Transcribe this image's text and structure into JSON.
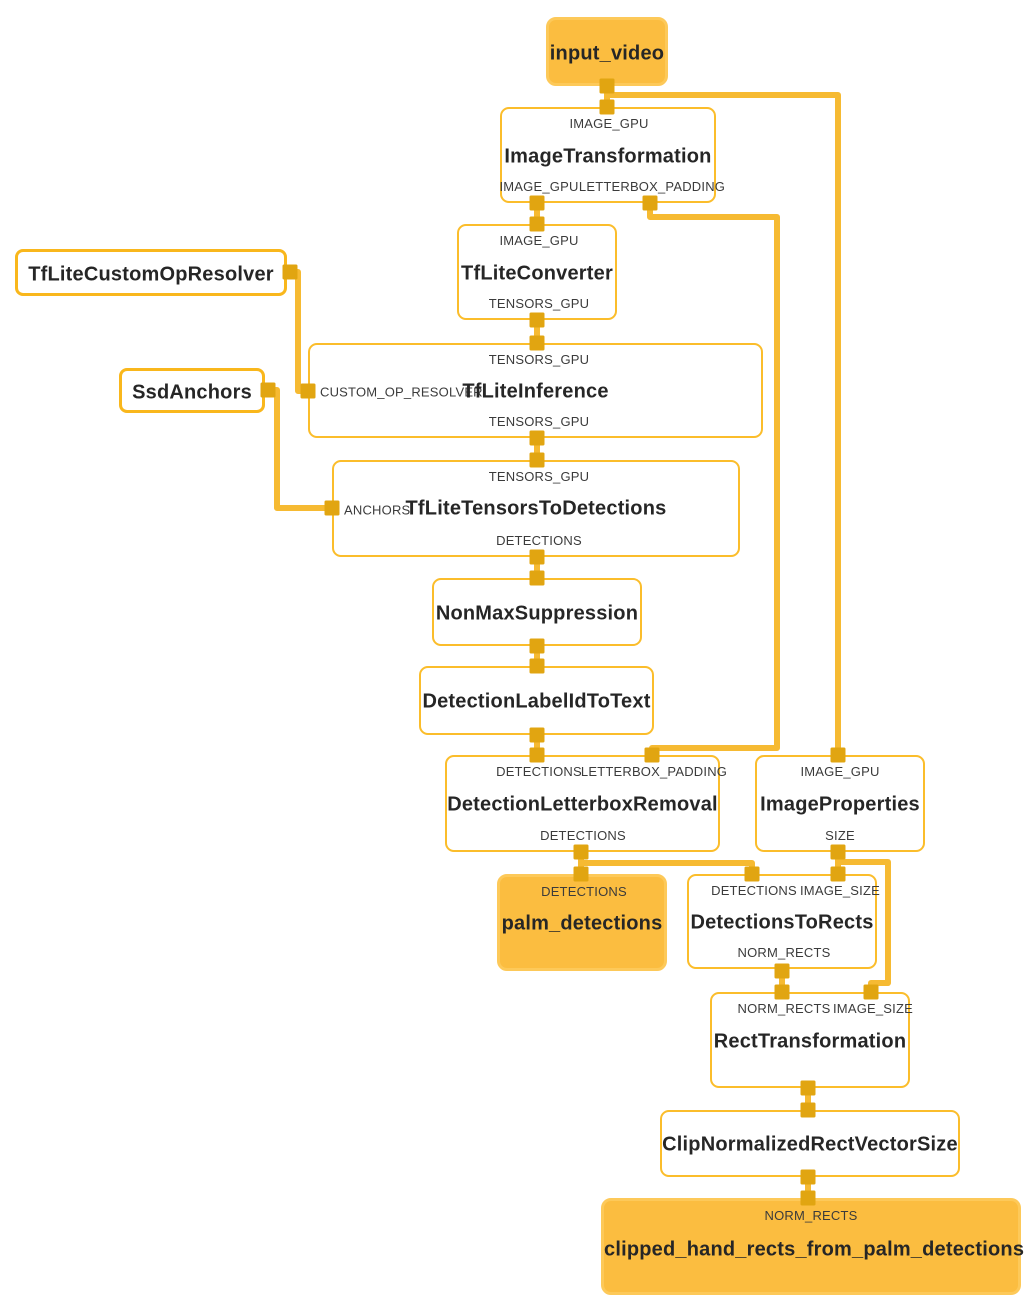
{
  "diagram": {
    "kind_legend": {
      "stream": "graph input/output stream node (filled orange)",
      "calculator": "calculator node (white, thin orange border)",
      "side_packet": "side-packet generator node (white, thick orange border)"
    },
    "colors": {
      "background": "#ffffff",
      "edge": "#F6BA32",
      "port": "#E1A511",
      "calculator_border": "#FBBD2B",
      "side_packet_border": "#F9B71C",
      "io_fill": "#FBBD40",
      "io_border": "#FDC959",
      "text": "#262626",
      "port_label": "#3b3b3b"
    },
    "nodes": [
      {
        "id": "input_video",
        "kind": "stream",
        "title": "input_video",
        "top_ports": [],
        "bottom_ports": []
      },
      {
        "id": "image_transformation",
        "kind": "calculator",
        "title": "ImageTransformation",
        "top_ports": [
          "IMAGE_GPU"
        ],
        "bottom_ports": [
          "IMAGE_GPU",
          "LETTERBOX_PADDING"
        ]
      },
      {
        "id": "tflite_converter",
        "kind": "calculator",
        "title": "TfLiteConverter",
        "top_ports": [
          "IMAGE_GPU"
        ],
        "bottom_ports": [
          "TENSORS_GPU"
        ]
      },
      {
        "id": "tflite_custom_op_resolver",
        "kind": "side_packet",
        "title": "TfLiteCustomOpResolver",
        "top_ports": [],
        "bottom_ports": []
      },
      {
        "id": "ssd_anchors",
        "kind": "side_packet",
        "title": "SsdAnchors",
        "top_ports": [],
        "bottom_ports": []
      },
      {
        "id": "tflite_inference",
        "kind": "calculator",
        "title": "TfLiteInference",
        "top_ports": [
          "TENSORS_GPU"
        ],
        "bottom_ports": [
          "TENSORS_GPU"
        ],
        "left_port": "CUSTOM_OP_RESOLVER"
      },
      {
        "id": "tflite_tensors_to_detections",
        "kind": "calculator",
        "title": "TfLiteTensorsToDetections",
        "top_ports": [
          "TENSORS_GPU"
        ],
        "bottom_ports": [
          "DETECTIONS"
        ],
        "left_port": "ANCHORS"
      },
      {
        "id": "non_max_suppression",
        "kind": "calculator",
        "title": "NonMaxSuppression",
        "top_ports": [],
        "bottom_ports": []
      },
      {
        "id": "detection_label_id_to_text",
        "kind": "calculator",
        "title": "DetectionLabelIdToText",
        "top_ports": [],
        "bottom_ports": []
      },
      {
        "id": "detection_letterbox_removal",
        "kind": "calculator",
        "title": "DetectionLetterboxRemoval",
        "top_ports": [
          "DETECTIONS",
          "LETTERBOX_PADDING"
        ],
        "bottom_ports": [
          "DETECTIONS"
        ]
      },
      {
        "id": "image_properties",
        "kind": "calculator",
        "title": "ImageProperties",
        "top_ports": [
          "IMAGE_GPU"
        ],
        "bottom_ports": [
          "SIZE"
        ]
      },
      {
        "id": "palm_detections",
        "kind": "stream",
        "title": "palm_detections",
        "top_ports": [
          "DETECTIONS"
        ],
        "bottom_ports": []
      },
      {
        "id": "detections_to_rects",
        "kind": "calculator",
        "title": "DetectionsToRects",
        "top_ports": [
          "DETECTIONS",
          "IMAGE_SIZE"
        ],
        "bottom_ports": [
          "NORM_RECTS"
        ]
      },
      {
        "id": "rect_transformation",
        "kind": "calculator",
        "title": "RectTransformation",
        "top_ports": [
          "NORM_RECTS",
          "IMAGE_SIZE"
        ],
        "bottom_ports": []
      },
      {
        "id": "clip_normalized_rect_vector_size",
        "kind": "calculator",
        "title": "ClipNormalizedRectVectorSize",
        "top_ports": [],
        "bottom_ports": []
      },
      {
        "id": "clipped_hand_rects_from_palm_detections",
        "kind": "stream",
        "title": "clipped_hand_rects_from_palm_detections",
        "top_ports": [
          "NORM_RECTS"
        ],
        "bottom_ports": []
      }
    ]
  }
}
